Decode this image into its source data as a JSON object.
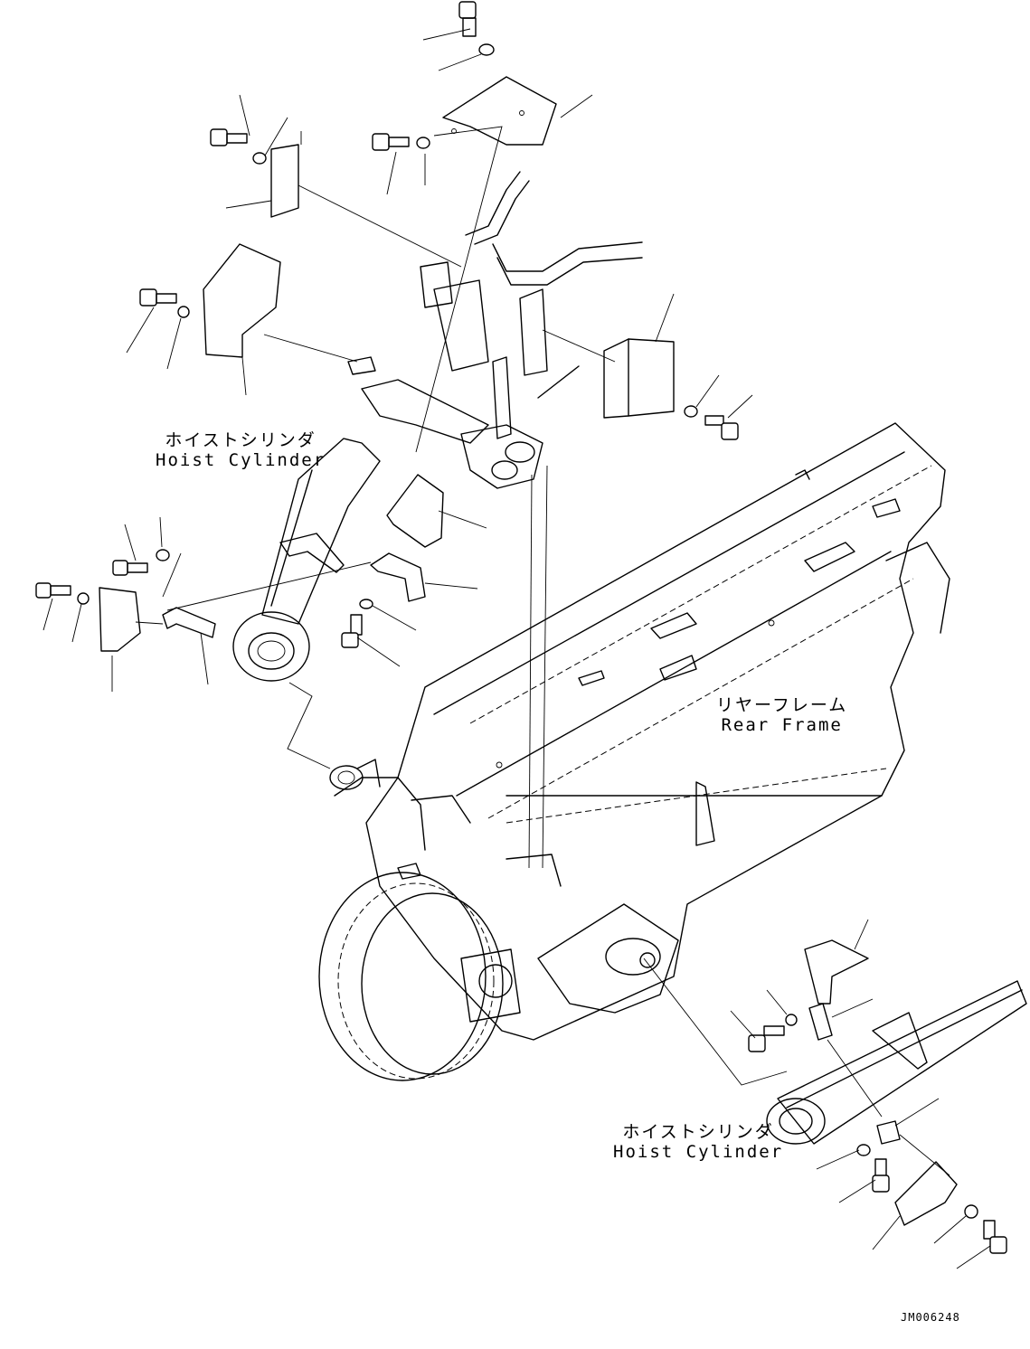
{
  "labels": {
    "hoist_cylinder_upper_jp": "ホイストシリンダ",
    "hoist_cylinder_upper_en": "Hoist Cylinder",
    "rear_frame_jp": "リヤーフレーム",
    "rear_frame_en": "Rear Frame",
    "hoist_cylinder_lower_jp": "ホイストシリンダ",
    "hoist_cylinder_lower_en": "Hoist Cylinder"
  },
  "drawing_code": "JM006248"
}
